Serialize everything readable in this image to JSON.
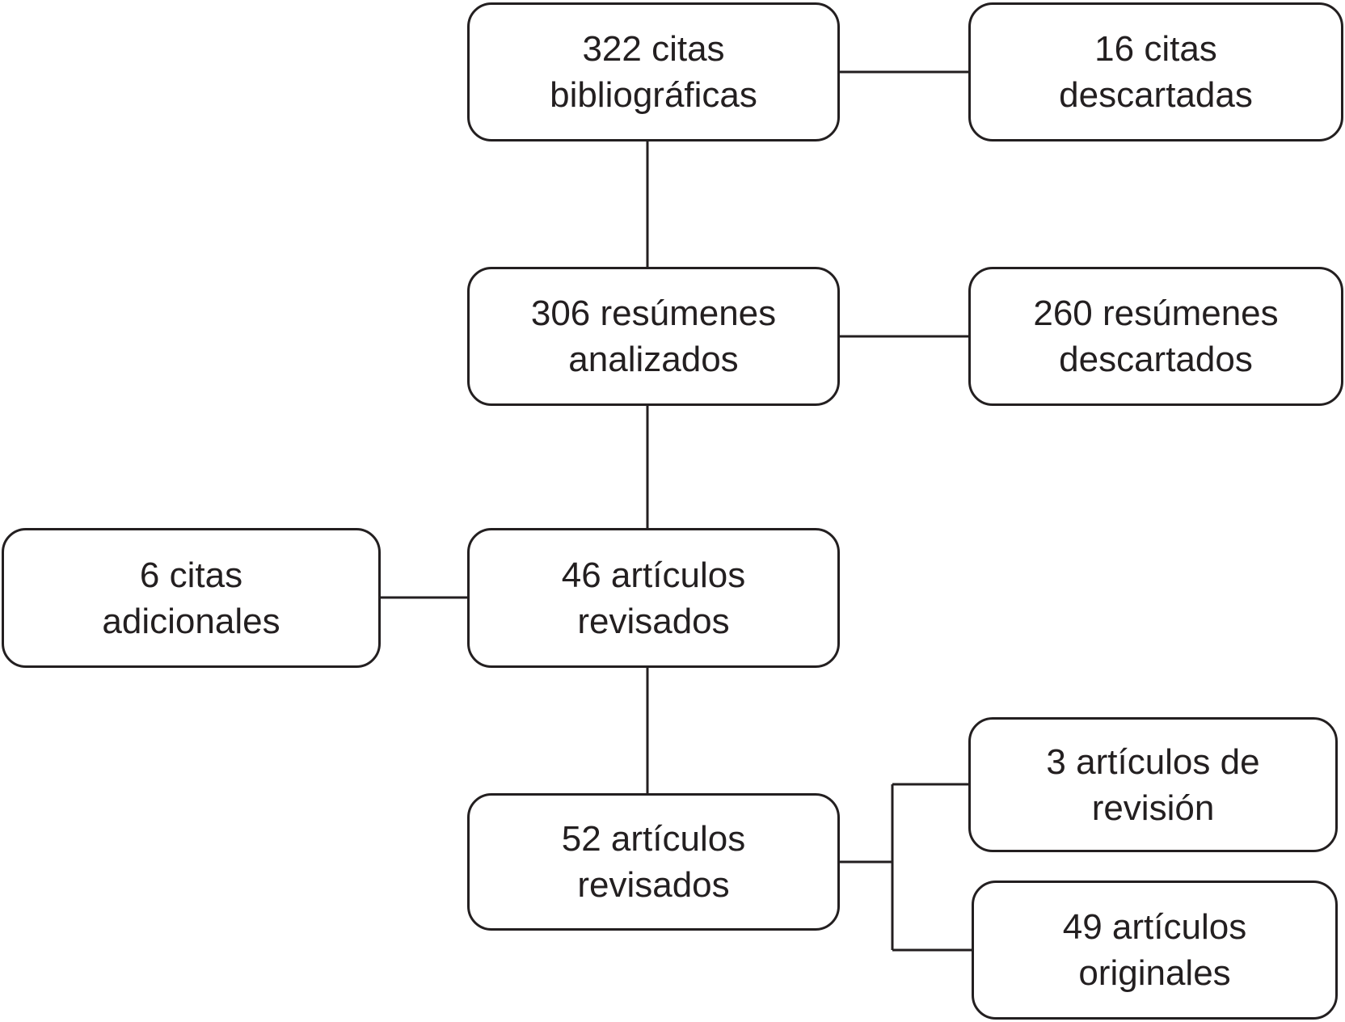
{
  "colors": {
    "stroke": "#231f20",
    "text": "#231f20",
    "background": "#ffffff"
  },
  "boxes": {
    "citas_bibliograficas": {
      "line1": "322 citas",
      "line2": "bibliográficas"
    },
    "citas_descartadas": {
      "line1": "16 citas",
      "line2": "descartadas"
    },
    "resumenes_analizados": {
      "line1": "306 resúmenes",
      "line2": "analizados"
    },
    "resumenes_descartados": {
      "line1": "260 resúmenes",
      "line2": "descartados"
    },
    "citas_adicionales": {
      "line1": "6 citas",
      "line2": "adicionales"
    },
    "articulos_revisados_46": {
      "line1": "46 artículos",
      "line2": "revisados"
    },
    "articulos_revisados_52": {
      "line1": "52 artículos",
      "line2": "revisados"
    },
    "articulos_revision": {
      "line1": "3 artículos de",
      "line2": "revisión"
    },
    "articulos_originales": {
      "line1": "49 artículos",
      "line2": "originales"
    }
  }
}
